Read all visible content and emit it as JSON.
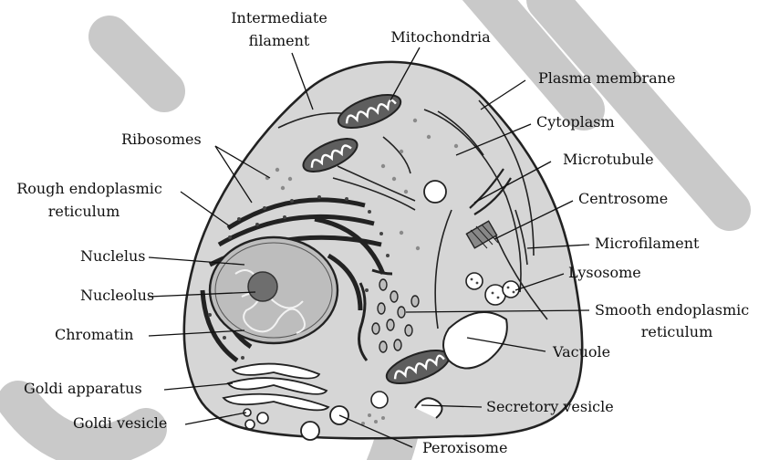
{
  "labels": {
    "intermediate_filament_1": "Intermediate",
    "intermediate_filament_2": "filament",
    "mitochondria": "Mitochondria",
    "plasma_membrane": "Plasma membrane",
    "ribosomes": "Ribosomes",
    "cytoplasm": "Cytoplasm",
    "microtubule": "Microtubule",
    "rough_er_1": "Rough endoplasmic",
    "rough_er_2": "reticulum",
    "centrosome": "Centrosome",
    "microfilament": "Microfilament",
    "nucleolus_top": "Nuclelus",
    "lysosome": "Lysosome",
    "nucleolus": "Nucleolus",
    "smooth_er_1": "Smooth endoplasmic",
    "smooth_er_2": "reticulum",
    "chromatin": "Chromatin",
    "vacuole": "Vacuole",
    "goldi_apparatus": "Goldi apparatus",
    "secretory_vesicle": "Secretory vesicle",
    "goldi_vesicle": "Goldi vesicle",
    "peroxisome": "Peroxisome"
  },
  "colors": {
    "cytoplasm": "#d6d6d6",
    "nucleus": "#bdbdbd",
    "nucleolus": "#6e6e6e",
    "ribosome": "#8a8a8a",
    "watermark": "#c9c9c9",
    "organelle_fill": "#ffffff",
    "mitochondria_fill": "#5e5e5e"
  }
}
